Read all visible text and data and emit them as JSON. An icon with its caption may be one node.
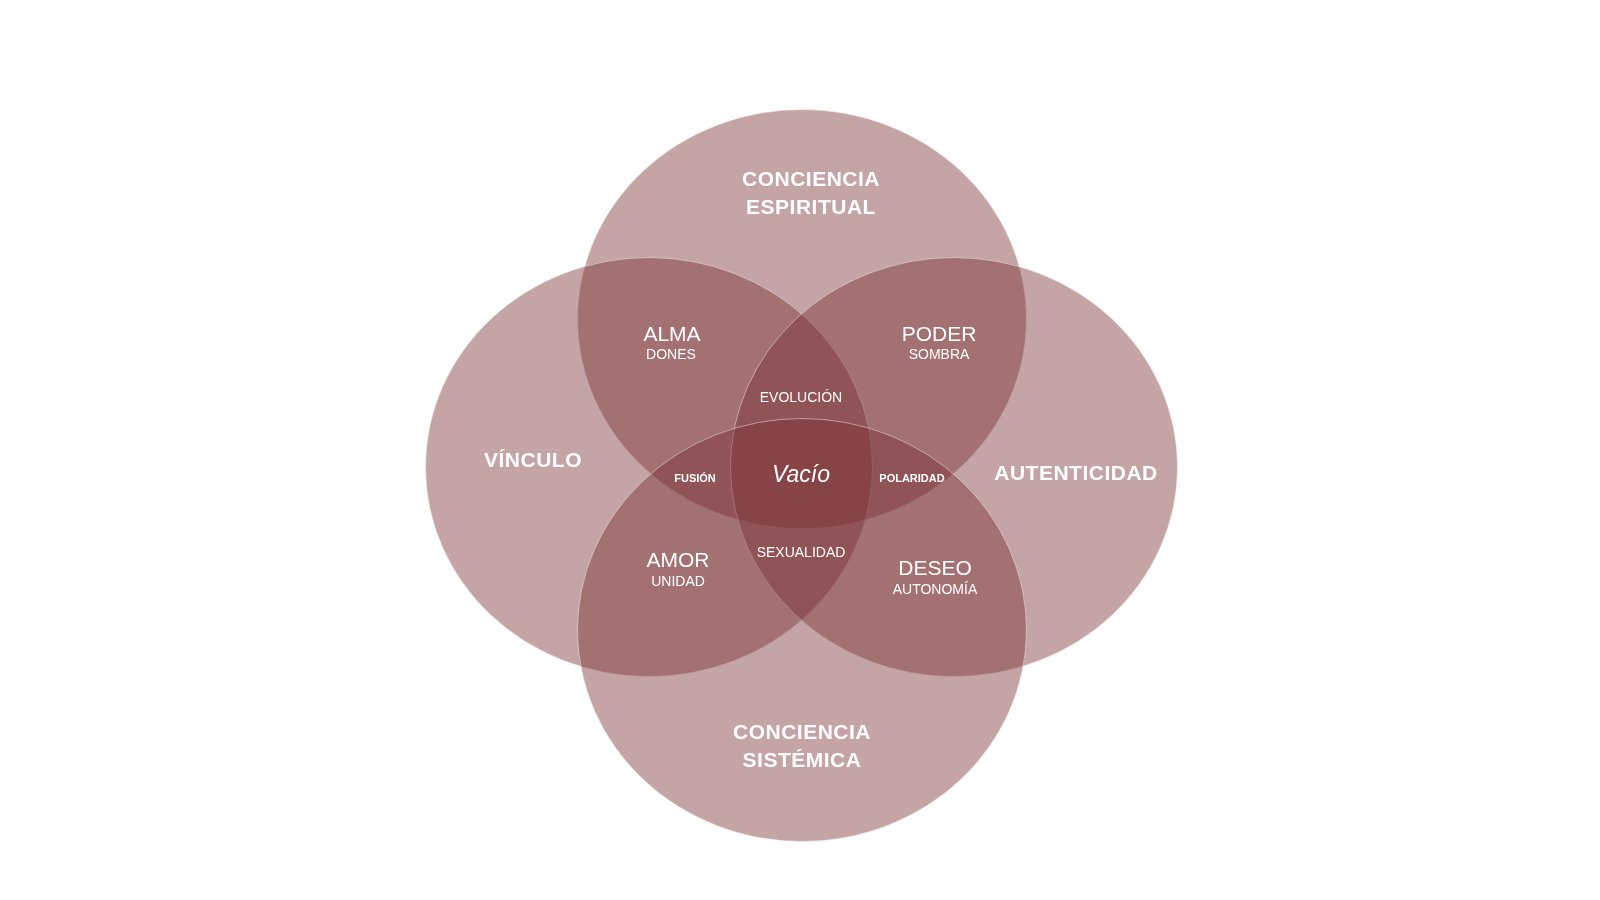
{
  "diagram": {
    "nodes": [
      {
        "text": [
          "CONCIENCIA ESPIRITUAL"
        ]
      },
      {
        "text": [
          "VÍNCULO"
        ]
      },
      {
        "text": [
          "AUTENTICIDAD"
        ]
      },
      {
        "text": [
          "CONCIENCIA SISTÉMICA"
        ]
      }
    ],
    "labels": [
      "ALMA",
      "DONES",
      "PODER",
      "SOMBRA",
      "EVOLUCIÓN",
      "FUSIÓN",
      "Vacío",
      "POLARIDAD",
      "SEXUALIDAD",
      "AMOR",
      "UNIDAD",
      "DESEO",
      "AUTONOMÍA"
    ]
  }
}
